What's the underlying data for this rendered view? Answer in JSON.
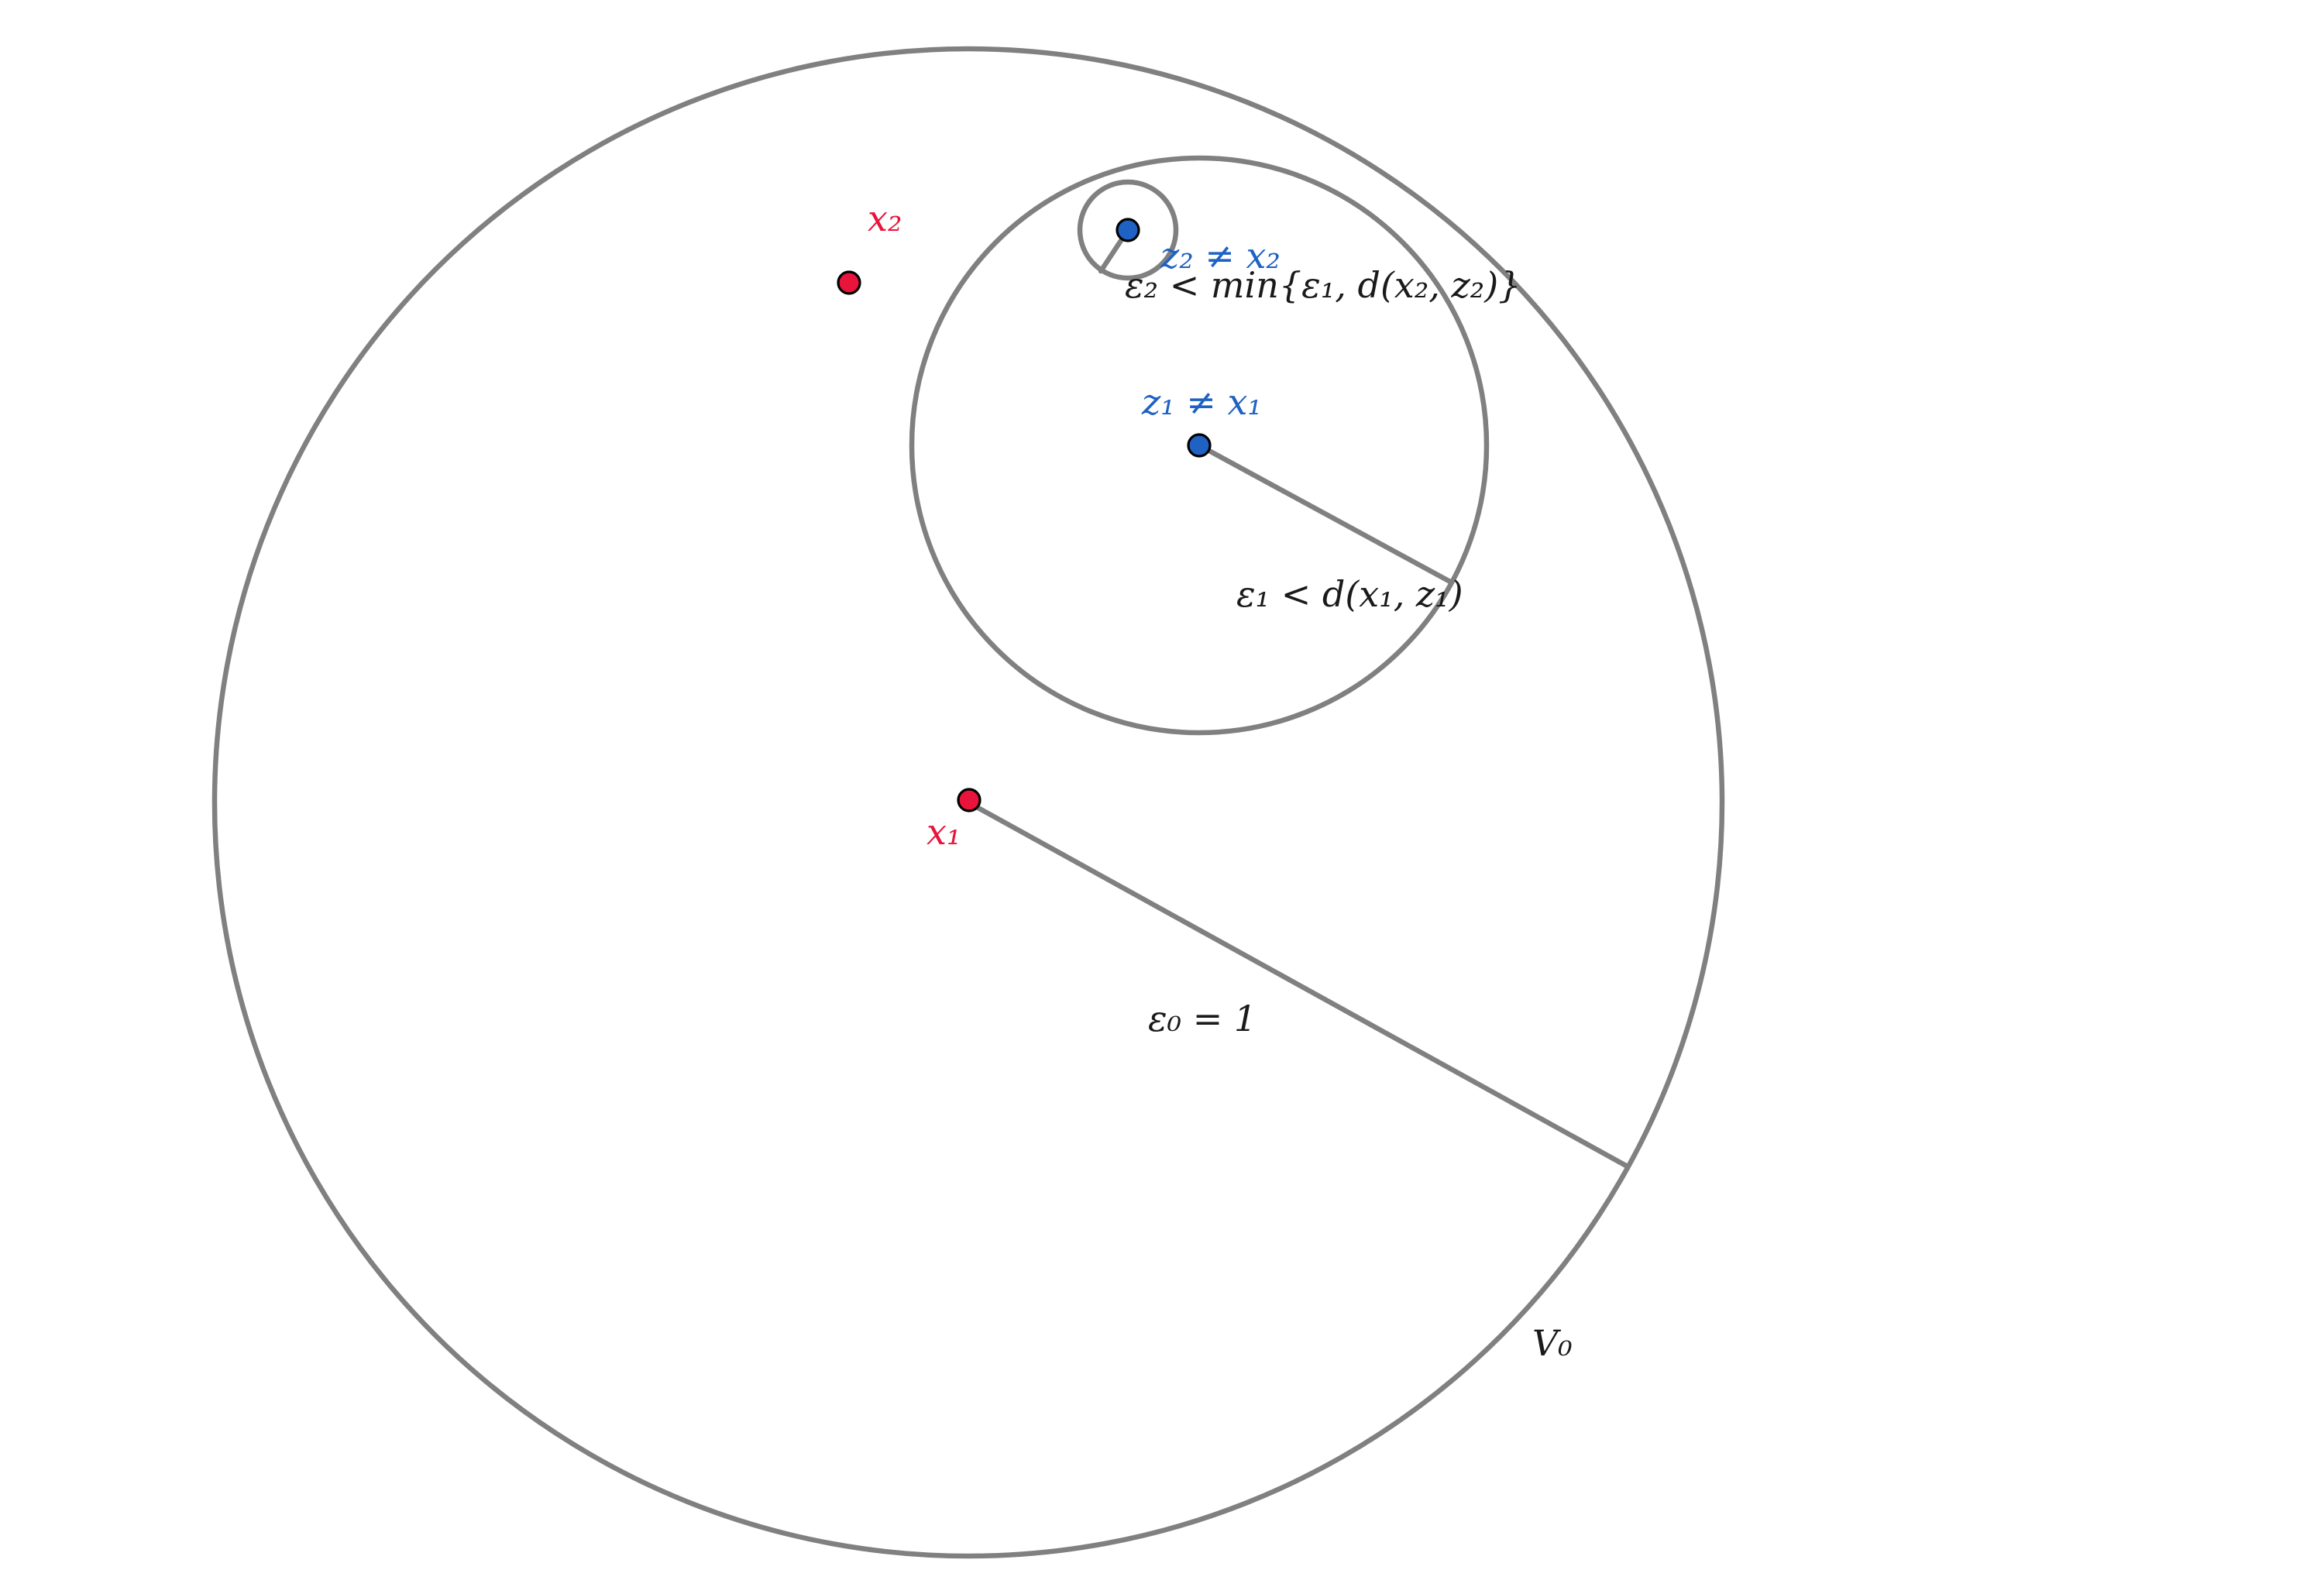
{
  "colors": {
    "circle_stroke": "#808080",
    "point_red": "#e8143c",
    "point_blue": "#1f62c4",
    "label_red": "#e8143c",
    "label_blue": "#1f62c4",
    "label_black": "#1a1a1a"
  },
  "labels": {
    "x1": "x₁",
    "x2": "x₂",
    "z1": "z₁ ≠ x₁",
    "z2": "z₂ ≠ x₂",
    "eps0": "ε₀ = 1",
    "eps1": "ε₁ < d(x₁, z₁)",
    "eps2": "ε₂ < min{ε₁, d(x₂, z₂)}",
    "v0": "V₀"
  }
}
